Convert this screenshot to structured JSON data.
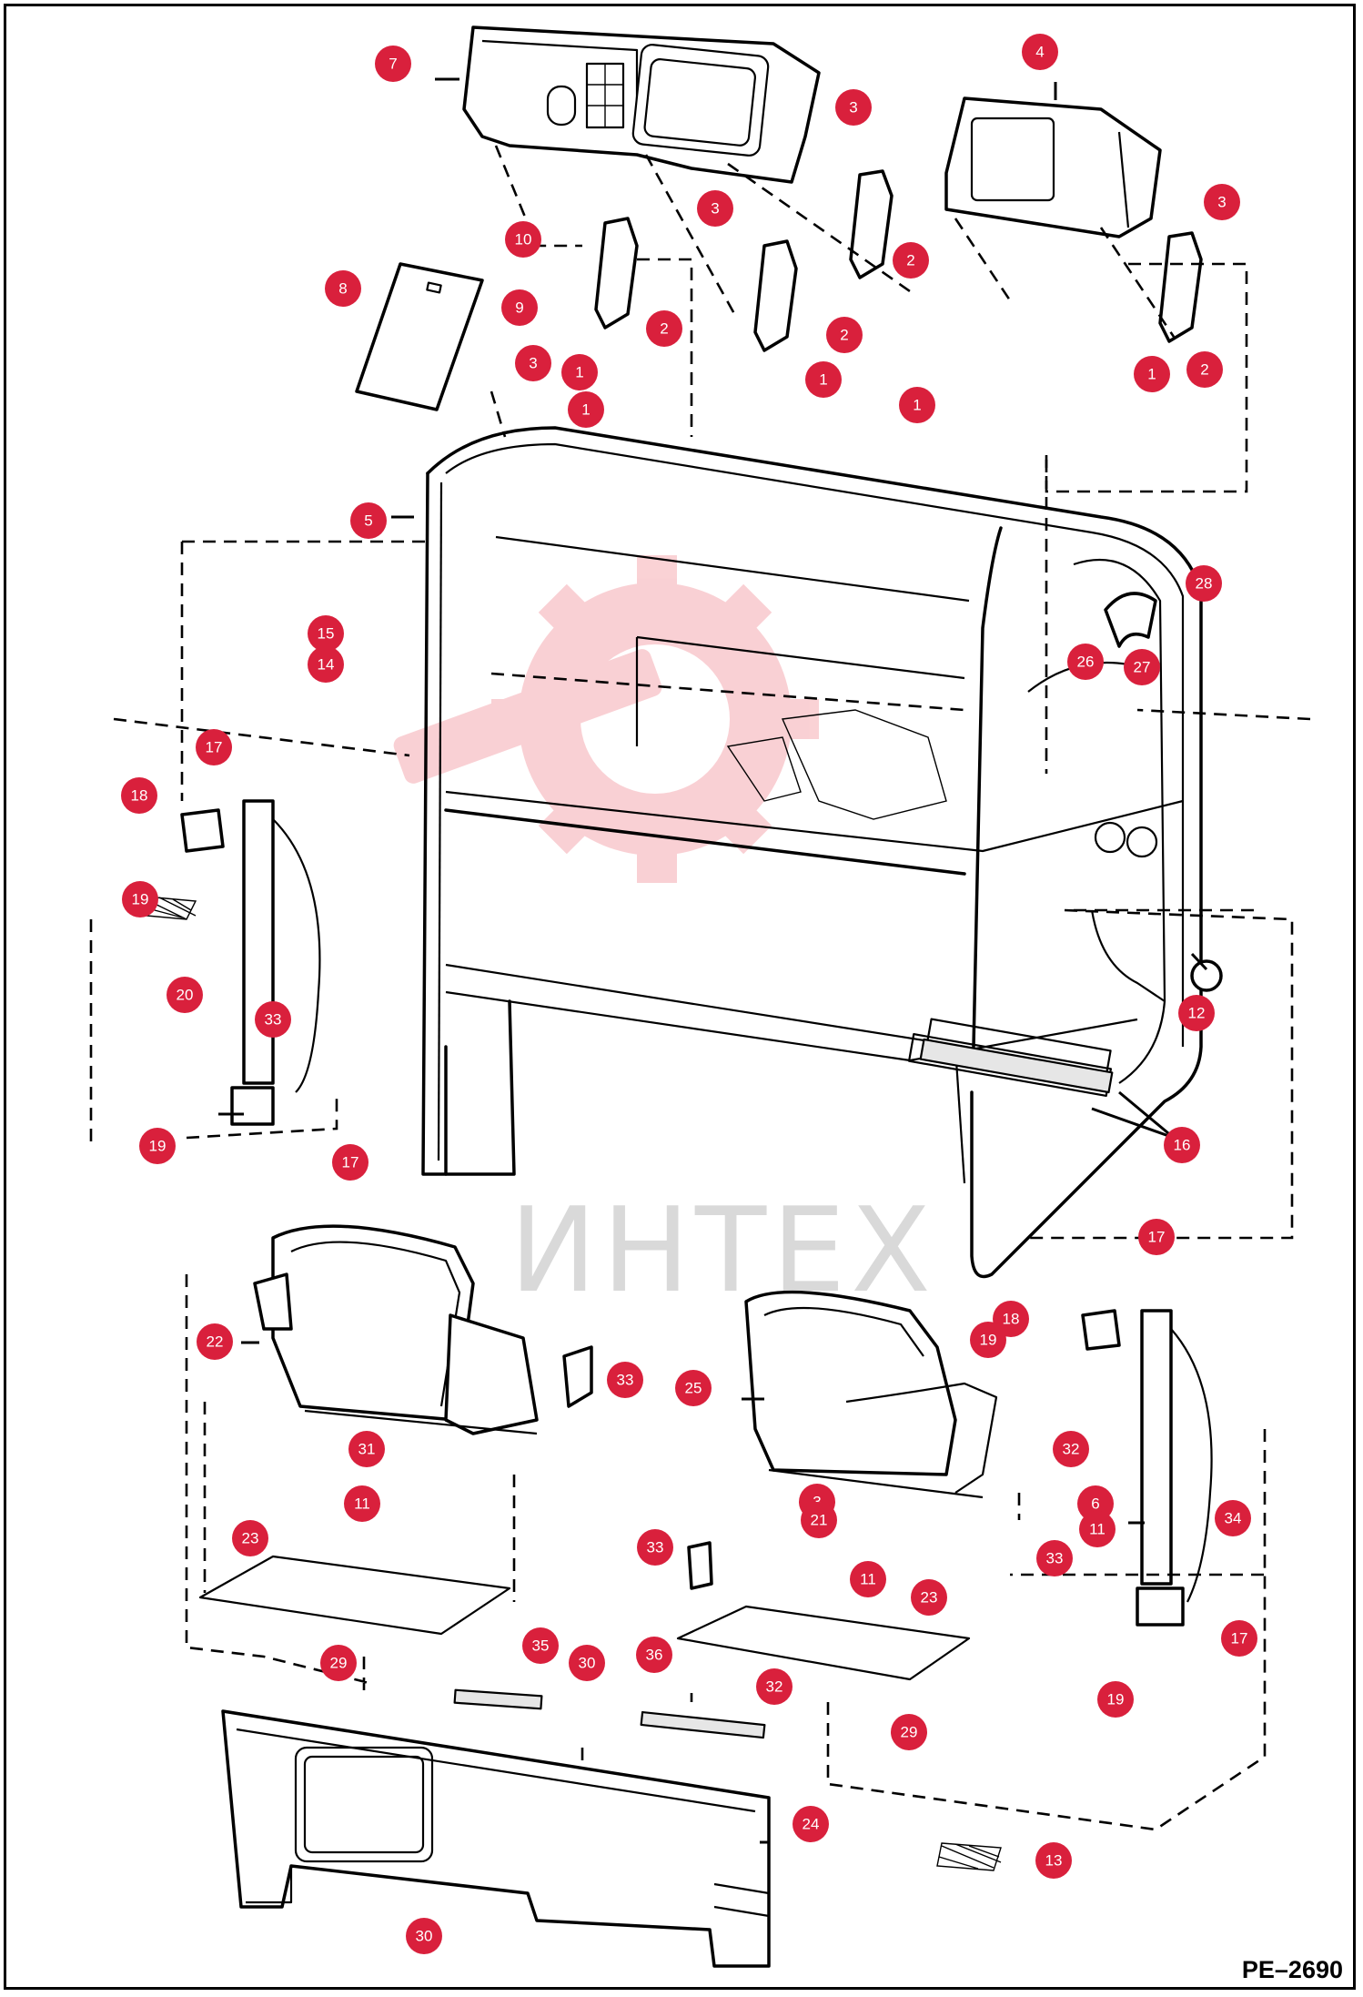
{
  "document_id": "PE–2690",
  "watermark": {
    "text": "ИНТЕХ",
    "color": "#e8303f"
  },
  "badge_color": "#d9203c",
  "callouts": [
    "1",
    "1",
    "1",
    "1",
    "1",
    "2",
    "2",
    "2",
    "2",
    "3",
    "3",
    "3",
    "3",
    "3",
    "4",
    "5",
    "6",
    "7",
    "8",
    "9",
    "10",
    "11",
    "11",
    "11",
    "12",
    "13",
    "14",
    "15",
    "16",
    "17",
    "17",
    "17",
    "17",
    "18",
    "18",
    "19",
    "19",
    "19",
    "19",
    "20",
    "21",
    "22",
    "23",
    "23",
    "24",
    "25",
    "26",
    "27",
    "28",
    "29",
    "29",
    "30",
    "30",
    "31",
    "32",
    "32",
    "33",
    "33",
    "33",
    "33",
    "34",
    "35",
    "36"
  ]
}
